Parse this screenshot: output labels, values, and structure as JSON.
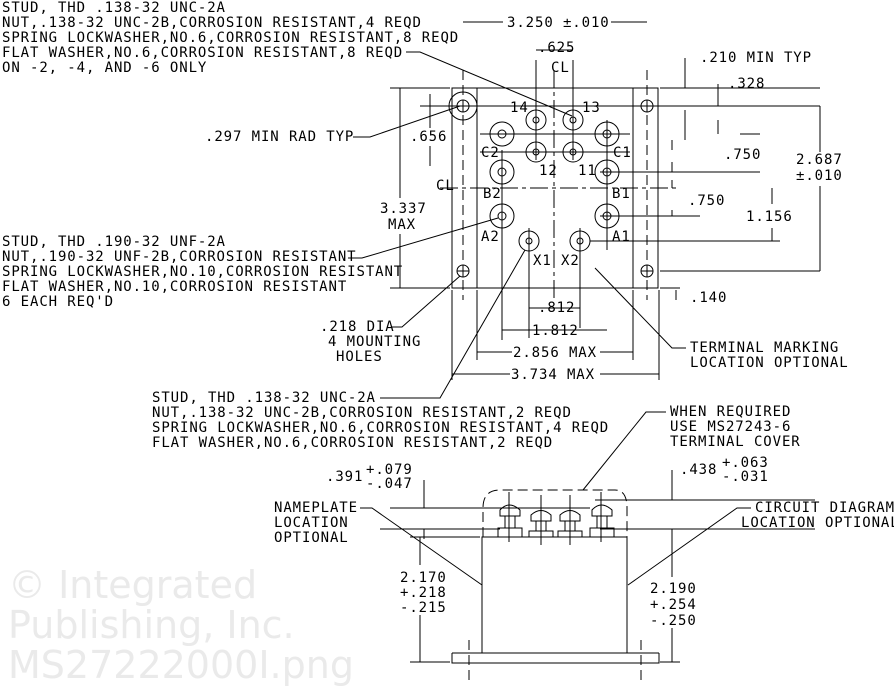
{
  "watermark": [
    "© Integrated",
    "Publishing, Inc.",
    "MS27222000I.png"
  ],
  "notes": {
    "stud_138_4": [
      "STUD, THD .138-32 UNC-2A",
      "NUT,.138-32 UNC-2B,CORROSION RESISTANT,4 REQD",
      "SPRING LOCKWASHER,NO.6,CORROSION RESISTANT,8 REQD",
      "FLAT WASHER,NO.6,CORROSION RESISTANT,8 REQD",
      "ON -2, -4, AND -6 ONLY"
    ],
    "stud_190": [
      "STUD, THD .190-32 UNF-2A",
      "NUT,.190-32 UNF-2B,CORROSION RESISTANT",
      "SPRING LOCKWASHER,NO.10,CORROSION RESISTANT",
      "FLAT WASHER,NO.10,CORROSION RESISTANT",
      "6 EACH REQ'D"
    ],
    "stud_138_2": [
      "STUD, THD .138-32 UNC-2A",
      "NUT,.138-32 UNC-2B,CORROSION RESISTANT,2 REQD",
      "SPRING LOCKWASHER,NO.6,CORROSION RESISTANT,4 REQD",
      "FLAT WASHER,NO.6,CORROSION RESISTANT,2 REQD"
    ],
    "mounting_holes": [
      ".218 DIA",
      "4 MOUNTING",
      "HOLES"
    ],
    "min_rad": ".297 MIN RAD TYP",
    "terminal_marking": [
      "TERMINAL MARKING",
      "LOCATION OPTIONAL"
    ],
    "terminal_cover": [
      "WHEN REQUIRED",
      "USE MS27243-6",
      "TERMINAL COVER"
    ],
    "nameplate": [
      "NAMEPLATE",
      "LOCATION",
      "OPTIONAL"
    ],
    "circuit_diagram": [
      "CIRCUIT DIAGRAM",
      "LOCATION OPTIONAL"
    ]
  },
  "dimensions": {
    "d3250": "3.250 ±.010",
    "d625": ".625",
    "d210": ".210 MIN TYP",
    "d328": ".328",
    "d656": ".656",
    "d750a": ".750",
    "d750b": ".750",
    "d2687": [
      "2.687",
      "±.010"
    ],
    "d1156": "1.156",
    "d3337": [
      "3.337",
      "MAX"
    ],
    "d140": ".140",
    "d812": ".812",
    "d1812": "1.812",
    "d2856": "2.856 MAX",
    "d3734": "3.734 MAX",
    "d391": [
      ".391",
      "+.079",
      "-.047"
    ],
    "d438": [
      ".438",
      "+.063",
      "-.031"
    ],
    "d2170": [
      "2.170",
      "+.218",
      "-.215"
    ],
    "d2190": [
      "2.190",
      "+.254",
      "-.250"
    ]
  },
  "terminals": {
    "t14": "14",
    "t13": "13",
    "c2": "C2",
    "c1": "C1",
    "t12": "12",
    "t11": "11",
    "b2": "B2",
    "b1": "B1",
    "a2": "A2",
    "a1": "A1",
    "x1": "X1",
    "x2": "X2"
  },
  "centerline": "CL"
}
